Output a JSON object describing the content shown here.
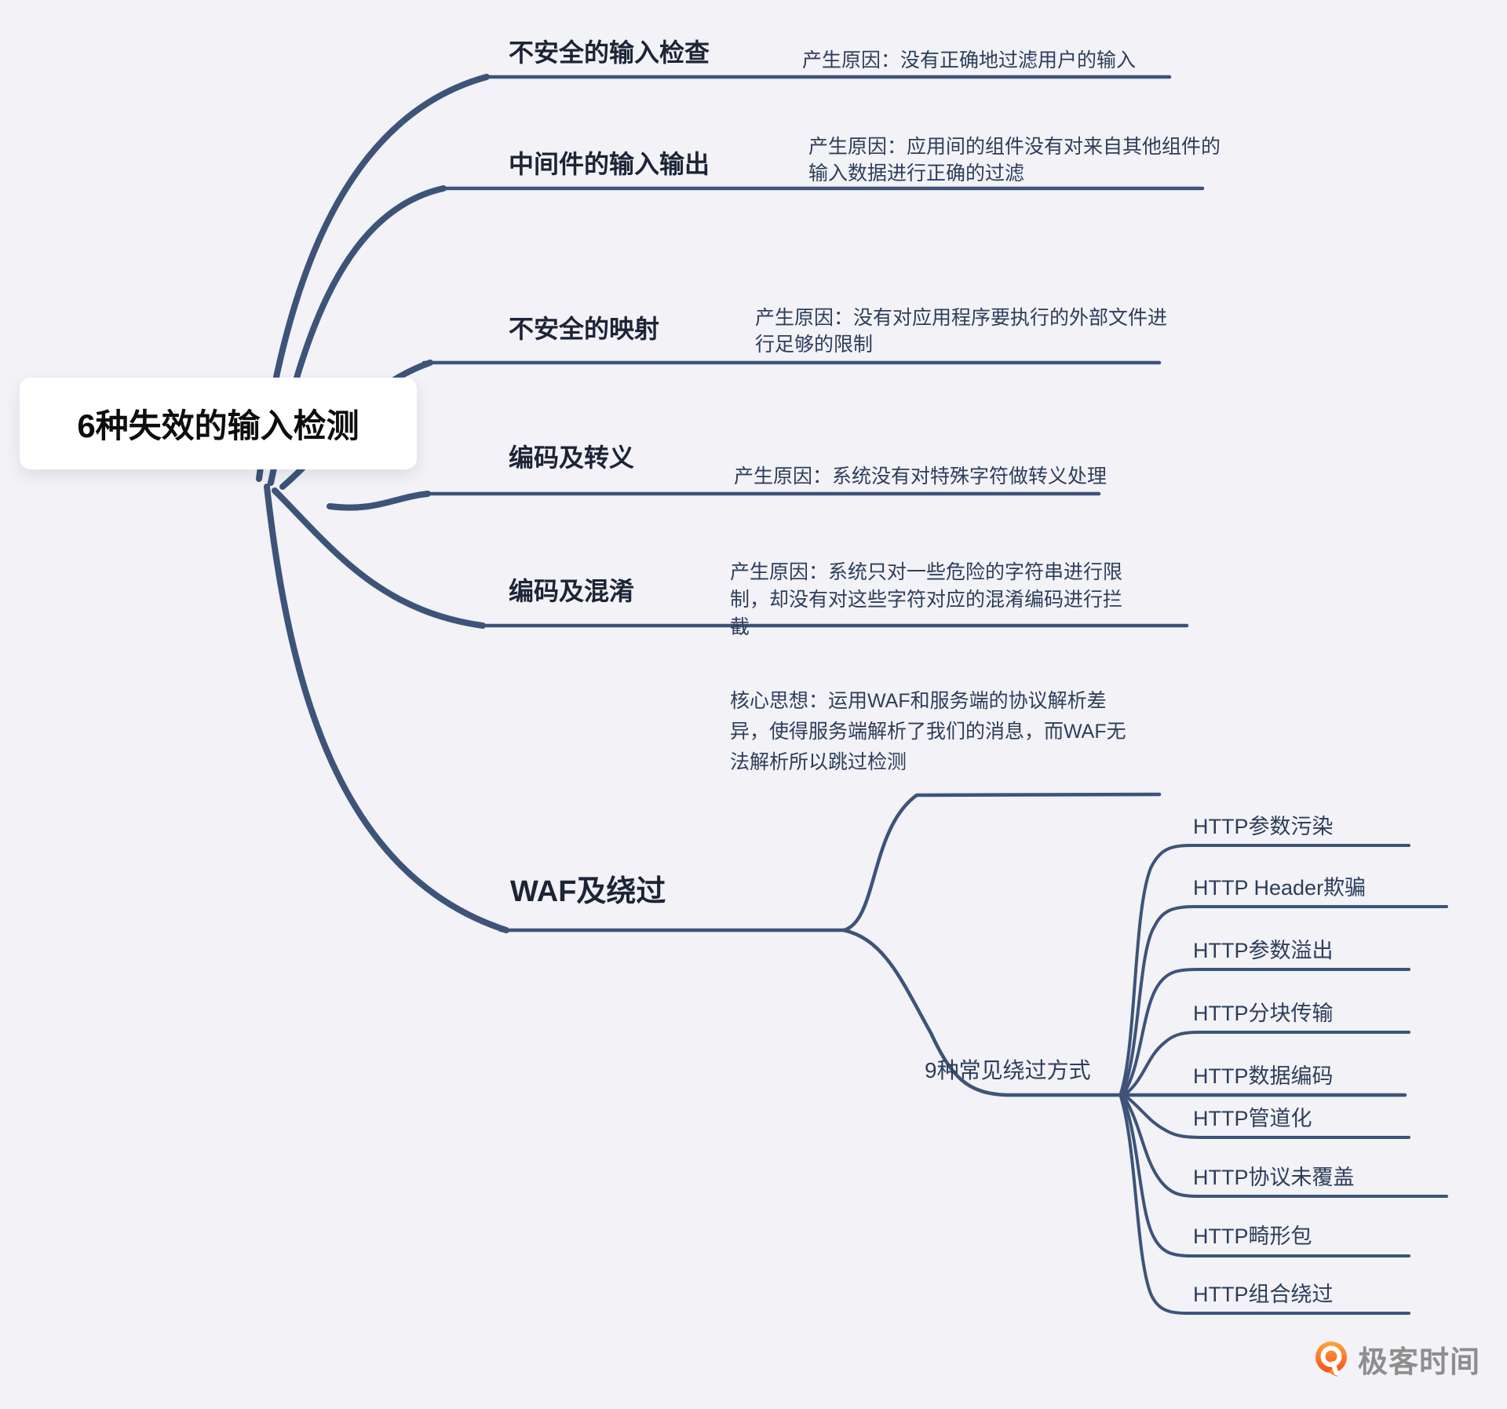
{
  "root": {
    "title": "6种失效的输入检测"
  },
  "colors": {
    "bg": "#f2f2f7",
    "line": "#3d5478",
    "topic": "#1c2436",
    "desc": "#2d3e5a",
    "root_text": "#0d0d0d",
    "card": "#ffffff",
    "logo_orange": "#f4511e",
    "logo_text": "#8e8e8e"
  },
  "branches": [
    {
      "label": "不安全的输入检查",
      "cause": "产生原因：没有正确地过滤用户的输入"
    },
    {
      "label": "中间件的输入输出",
      "cause": "产生原因：应用间的组件没有对来自其他组件的输入数据进行正确的过滤"
    },
    {
      "label": "不安全的映射",
      "cause": "产生原因：没有对应用程序要执行的外部文件进行足够的限制"
    },
    {
      "label": "编码及转义",
      "cause": "产生原因：系统没有对特殊字符做转义处理"
    },
    {
      "label": "编码及混淆",
      "cause": "产生原因：系统只对一些危险的字符串进行限制，却没有对这些字符对应的混淆编码进行拦截"
    },
    {
      "label": "WAF及绕过",
      "core_idea": "核心思想：运用WAF和服务端的协议解析差异，使得服务端解析了我们的消息，而WAF无法解析所以跳过检测",
      "bypass": {
        "label": "9种常见绕过方式",
        "methods": [
          "HTTP参数污染",
          "HTTP Header欺骗",
          "HTTP参数溢出",
          "HTTP分块传输",
          "HTTP数据编码",
          "HTTP管道化",
          "HTTP协议未覆盖",
          "HTTP畸形包",
          "HTTP组合绕过"
        ]
      }
    }
  ],
  "watermark": {
    "brand": "极客时间"
  }
}
